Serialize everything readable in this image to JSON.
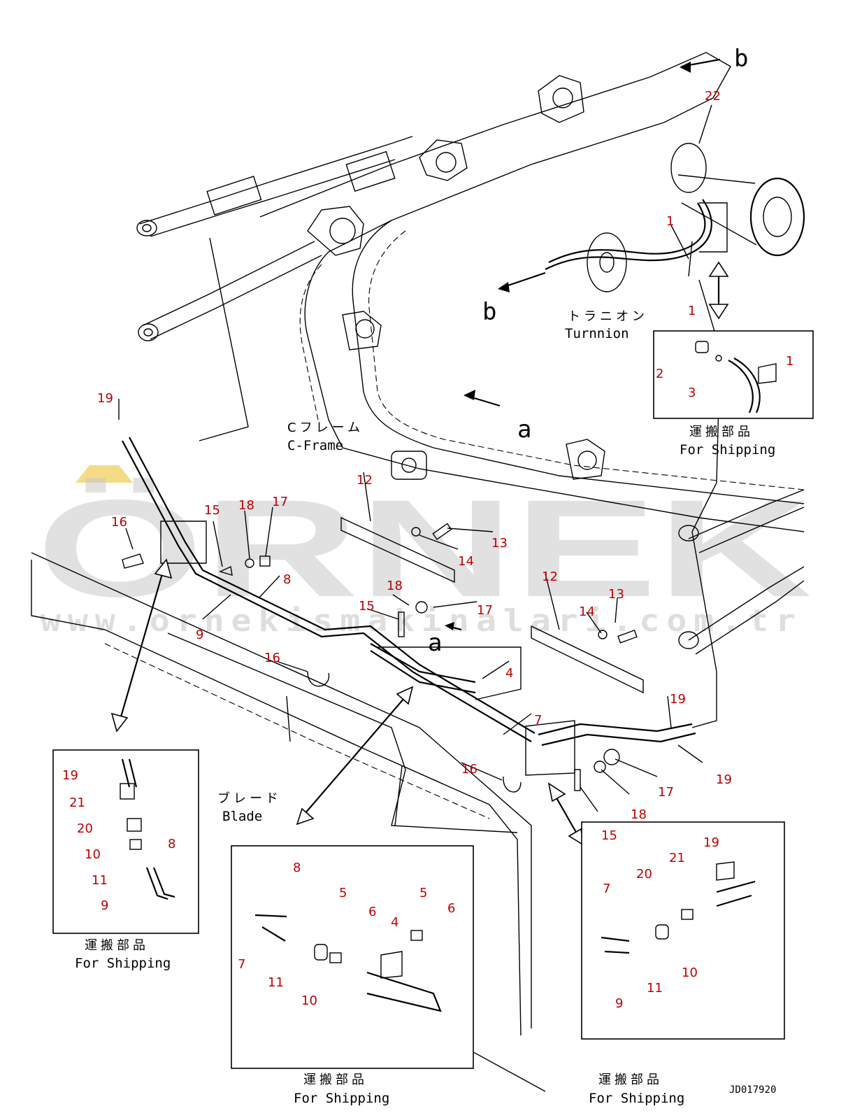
{
  "watermark": {
    "logo": "ÖRNEK",
    "url": "www.ornekismakinalari.com.tr"
  },
  "drawing_code": "JD017920",
  "view_labels": {
    "a1": "a",
    "a2": "a",
    "b1": "b",
    "b2": "b"
  },
  "frame_labels": {
    "trunnion_jp": "トラニオン",
    "trunnion_en": "Turnnion",
    "cframe_jp": "Cフレーム",
    "cframe_en": "C-Frame",
    "blade_jp": "ブレード",
    "blade_en": "Blade"
  },
  "shipping_labels": {
    "top_right_jp": "運搬部品",
    "top_right_en": "For Shipping",
    "bottom_left_jp": "運搬部品",
    "bottom_left_en": "For Shipping",
    "bottom_center_jp": "運搬部品",
    "bottom_center_en": "For Shipping",
    "bottom_right_jp": "運搬部品",
    "bottom_right_en": "For Shipping"
  },
  "part_numbers": {
    "p22": "22",
    "p1a": "1",
    "p1b": "1",
    "p1c": "1",
    "p2a": "2",
    "p3a": "3",
    "p19a": "19",
    "p16a": "16",
    "p15a": "15",
    "p18a": "18",
    "p17a": "17",
    "p12a": "12",
    "p13a": "13",
    "p14a": "14",
    "p8a": "8",
    "p9a": "9",
    "p18b": "18",
    "p15b": "15",
    "p17b": "17",
    "p16b": "16",
    "p4a": "4",
    "p12b": "12",
    "p13b": "13",
    "p14b": "14",
    "p7a": "7",
    "p19b": "19",
    "p19c": "19",
    "p16c": "16",
    "p17c": "17",
    "p18c": "18",
    "p15c": "15",
    "bl19": "19",
    "bl21": "21",
    "bl20": "20",
    "bl10": "10",
    "bl8": "8",
    "bl11": "11",
    "bl9": "9",
    "bc8": "8",
    "bc5a": "5",
    "bc5b": "5",
    "bc6a": "6",
    "bc6b": "6",
    "bc4": "4",
    "bc7": "7",
    "bc11": "11",
    "bc10": "10",
    "br19": "19",
    "br21": "21",
    "br20": "20",
    "br7": "7",
    "br10": "10",
    "br11": "11",
    "br9": "9"
  }
}
